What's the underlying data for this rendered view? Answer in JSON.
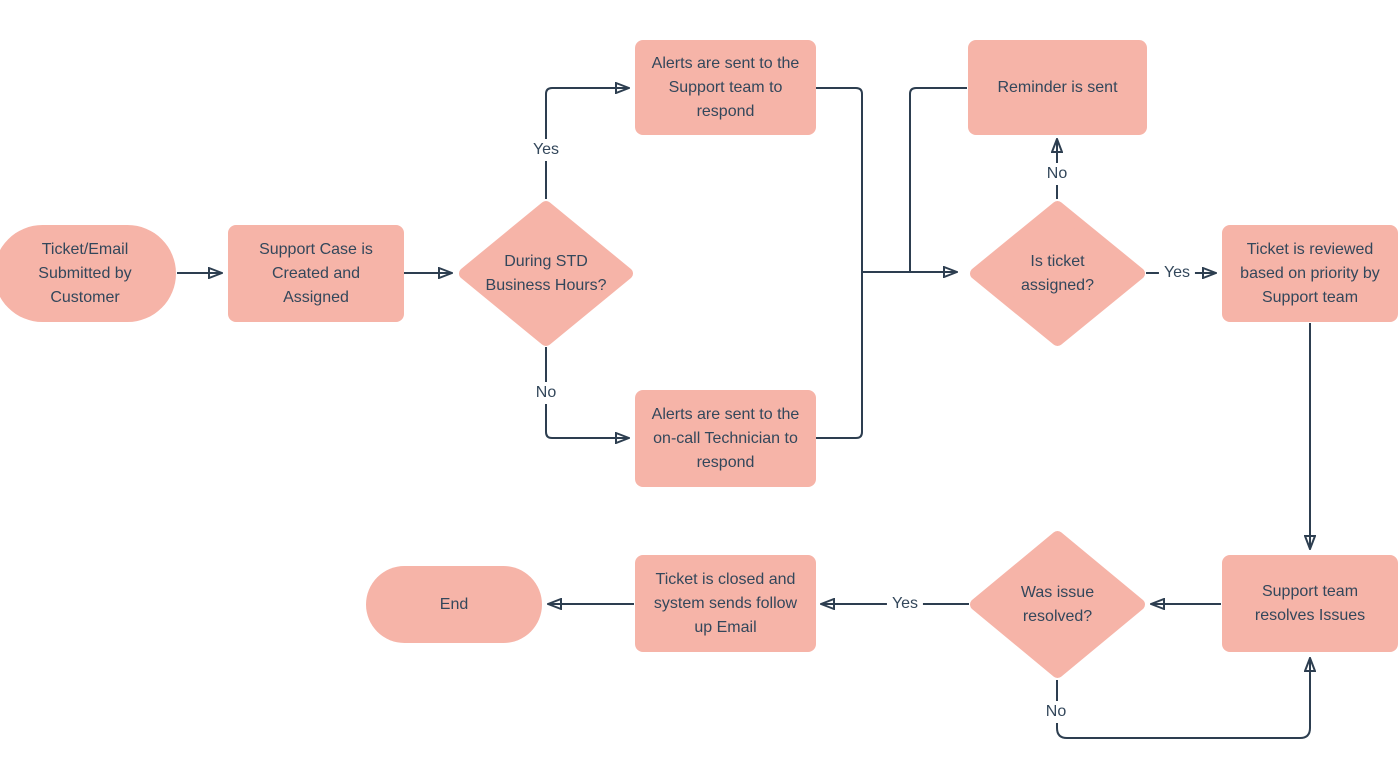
{
  "diagram": {
    "type": "flowchart",
    "subject": "Support ticket handling process",
    "colors": {
      "node_fill": "#F6B4A8",
      "line": "#2D3E50",
      "text": "#33475B",
      "background": "#FFFFFF"
    },
    "nodes": {
      "start": {
        "type": "terminator",
        "label": "Ticket/Email Submitted by Customer"
      },
      "create_case": {
        "type": "process",
        "label": "Support Case is Created and Assigned"
      },
      "business_hours": {
        "type": "decision",
        "label": "During STD Business Hours?"
      },
      "alerts_support": {
        "type": "process",
        "label": "Alerts are sent to the Support team to respond"
      },
      "alerts_oncall": {
        "type": "process",
        "label": "Alerts are sent to the on-call Technician to respond"
      },
      "reminder": {
        "type": "process",
        "label": "Reminder is sent"
      },
      "ticket_assigned": {
        "type": "decision",
        "label": "Is ticket assigned?"
      },
      "review": {
        "type": "process",
        "label": "Ticket is reviewed based on priority by Support team"
      },
      "resolve": {
        "type": "process",
        "label": "Support team resolves Issues"
      },
      "issue_resolved": {
        "type": "decision",
        "label": "Was issue resolved?"
      },
      "close_ticket": {
        "type": "process",
        "label": "Ticket is closed and system sends follow up Email"
      },
      "end": {
        "type": "terminator",
        "label": "End"
      }
    },
    "edge_labels": {
      "hours_yes": "Yes",
      "hours_no": "No",
      "assigned_no": "No",
      "assigned_yes": "Yes",
      "resolved_yes": "Yes",
      "resolved_no": "No"
    }
  }
}
